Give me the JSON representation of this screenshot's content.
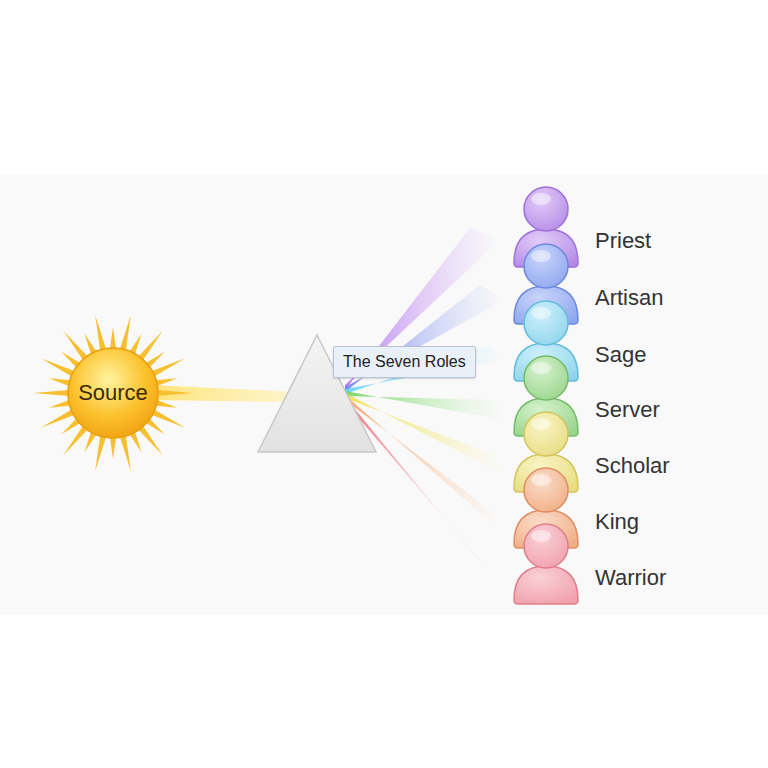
{
  "diagram": {
    "nodes": [
      {
        "text": [
          "Source"
        ]
      },
      {
        "text": [
          "The Seven Roles"
        ]
      },
      {
        "text": [
          "Priest"
        ]
      },
      {
        "text": [
          "Artisan"
        ]
      },
      {
        "text": [
          "Sage"
        ]
      },
      {
        "text": [
          "Server"
        ]
      },
      {
        "text": [
          "Scholar"
        ]
      },
      {
        "text": [
          "King"
        ]
      },
      {
        "text": [
          "Warrior"
        ]
      }
    ]
  }
}
